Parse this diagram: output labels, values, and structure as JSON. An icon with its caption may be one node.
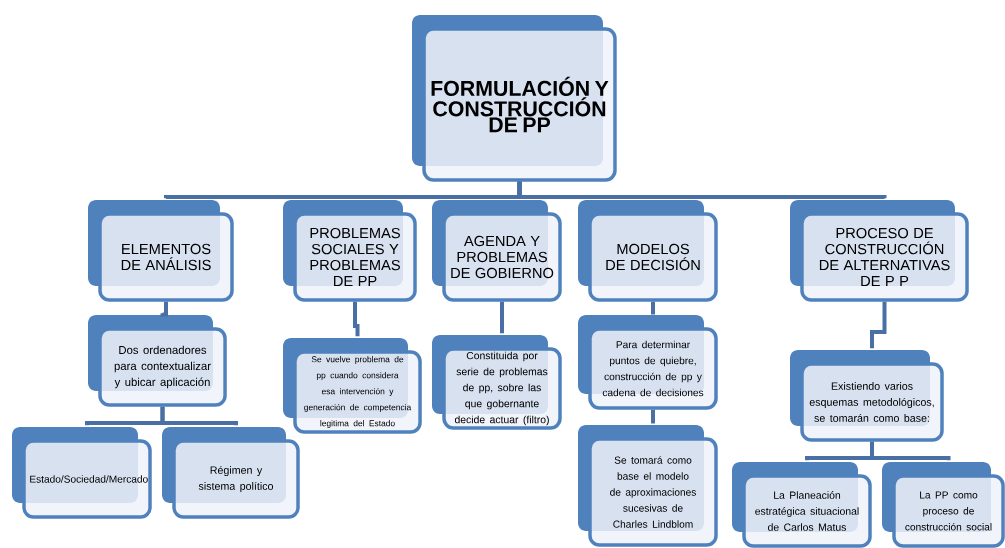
{
  "diagram": {
    "nodes": [
      {
        "text": [
          "FORMULACIÓN Y CONSTRUCCIÓN DE PP"
        ]
      },
      {
        "text": [
          "ELEMENTOS DE ANÁLISIS"
        ]
      },
      {
        "text": [
          "PROBLEMAS SOCIALES Y PROBLEMAS DE PP"
        ]
      },
      {
        "text": [
          "AGENDA Y PROBLEMAS DE GOBIERNO"
        ]
      },
      {
        "text": [
          "MODELOS DE DECISIÓN"
        ]
      },
      {
        "text": [
          "PROCESO DE CONSTRUCCIÓN DE ALTERNATIVAS DE P P"
        ]
      },
      {
        "text": [
          "Dos ordenadores para contextualizar y ubicar aplicación"
        ]
      },
      {
        "text": [
          "Estado/Sociedad/Mercado"
        ]
      },
      {
        "text": [
          "Régimen y sistema político"
        ]
      },
      {
        "text": [
          "Se vuelve problema de pp cuando considera esa intervención y generación de competencia legitima del Estado"
        ]
      },
      {
        "text": [
          "Constituida por serie de problemas de pp, sobre las que gobernante decide actuar (filtro)"
        ]
      },
      {
        "text": [
          "Para determinar puntos de quiebre, construcción de pp y cadena de decisiones"
        ]
      },
      {
        "text": [
          "Se tomará como base el modelo de aproximaciones sucesivas de Charles Lindblom"
        ]
      },
      {
        "text": [
          "Existiendo varios esquemas metodológicos, se tomarán como base:"
        ]
      },
      {
        "text": [
          "La Planeación estratégica situacional de Carlos Matus"
        ]
      },
      {
        "text": [
          "La PP como proceso de construcción social"
        ]
      }
    ],
    "edges": [
      {
        "from": 0,
        "to": 1,
        "arrow": "none"
      },
      {
        "from": 0,
        "to": 2,
        "arrow": "none"
      },
      {
        "from": 0,
        "to": 3,
        "arrow": "none"
      },
      {
        "from": 0,
        "to": 4,
        "arrow": "none"
      },
      {
        "from": 0,
        "to": 5,
        "arrow": "none"
      },
      {
        "from": 1,
        "to": 6,
        "arrow": "none"
      },
      {
        "from": 6,
        "to": 7,
        "arrow": "none"
      },
      {
        "from": 6,
        "to": 8,
        "arrow": "none"
      },
      {
        "from": 2,
        "to": 9,
        "arrow": "none"
      },
      {
        "from": 3,
        "to": 10,
        "arrow": "none"
      },
      {
        "from": 4,
        "to": 11,
        "arrow": "none"
      },
      {
        "from": 11,
        "to": 12,
        "arrow": "none"
      },
      {
        "from": 5,
        "to": 13,
        "arrow": "none"
      },
      {
        "from": 13,
        "to": 14,
        "arrow": "none"
      },
      {
        "from": 13,
        "to": 15,
        "arrow": "none"
      }
    ]
  }
}
